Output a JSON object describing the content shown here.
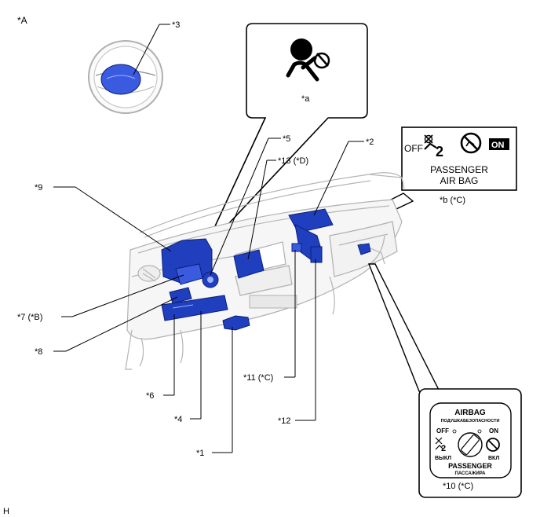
{
  "view_label": "*A",
  "corner_label": "H",
  "callouts": {
    "c1": "*1",
    "c2": "*2",
    "c3": "*3",
    "c4": "*4",
    "c5": "*5",
    "c6": "*6",
    "c7": "*7  (*B)",
    "c8": "*8",
    "c9": "*9",
    "c10": "*10  (*C)",
    "c11": "*11  (*C)",
    "c12": "*12",
    "c13": "*13  (*D)"
  },
  "airbag_symbol_panel": {
    "caption": "*a"
  },
  "indicator_panel": {
    "caption": "*b  (*C)",
    "off_text": "OFF",
    "on_text": "ON",
    "line1": "PASSENGER",
    "line2": "AIR BAG"
  },
  "switch_panel": {
    "title": "AIRBAG",
    "title_ru": "ПОДУШКАБЕЗОПАСНОСТИ",
    "off_text": "OFF",
    "on_text": "ON",
    "off_ru": "ВЫКЛ",
    "on_ru": "ВКЛ",
    "bottom": "PASSENGER",
    "bottom_ru": "ПАССАЖИРА"
  },
  "colors": {
    "component_highlight": "#1f3fbf",
    "line_art": "#b5b5b5"
  },
  "icons": [
    "steering-wheel-icon",
    "airbag-warning-icon",
    "seat-occupant-icon",
    "airbag-off-icon",
    "key-slot-icon"
  ]
}
